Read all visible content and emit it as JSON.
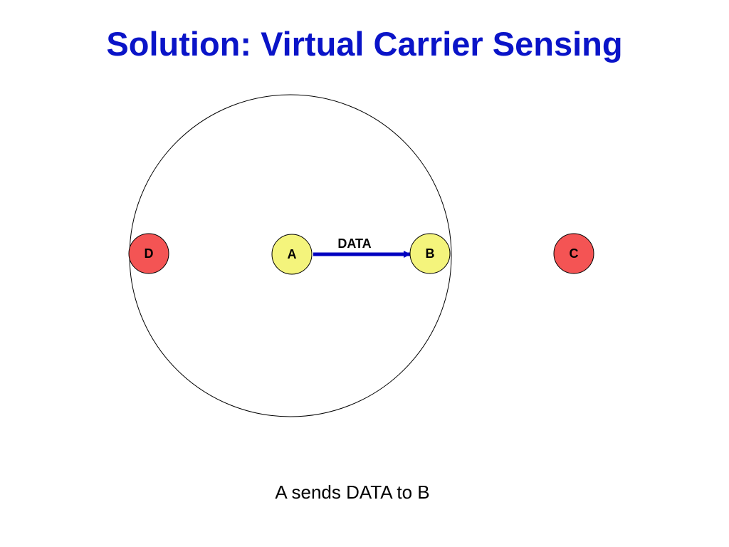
{
  "slide": {
    "title": "Solution: Virtual Carrier Sensing",
    "caption": "A sends DATA to B"
  },
  "diagram": {
    "range_circle_center_node": "A",
    "nodes": [
      {
        "id": "D",
        "label": "D",
        "fill": "#f45454"
      },
      {
        "id": "A",
        "label": "A",
        "fill": "#f4f47c"
      },
      {
        "id": "B",
        "label": "B",
        "fill": "#f4f47c"
      },
      {
        "id": "C",
        "label": "C",
        "fill": "#f45454"
      }
    ],
    "edges": [
      {
        "from": "A",
        "to": "B",
        "label": "DATA",
        "color": "#0000c0"
      }
    ]
  },
  "colors": {
    "title": "#0a14c8",
    "range_circle_stroke": "#000000",
    "node_stroke": "#000000",
    "arrow": "#0000c0"
  }
}
